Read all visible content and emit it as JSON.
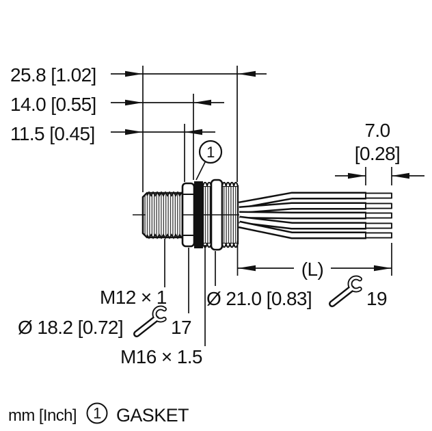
{
  "drawing_type": "connector-dimension-drawing",
  "dimensions": {
    "overall_length": "25.8 [1.02]",
    "to_gasket_face": "14.0 [0.55]",
    "front_thread_length": "11.5 [0.45]",
    "wire_strip_mm": "7.0",
    "wire_strip_inch": "[0.28]",
    "cable_length": "(L)"
  },
  "labels": {
    "front_thread": "M12 × 1",
    "front_diameter": "Ø 18.2 [0.72]",
    "front_wrench_size": "17",
    "rear_thread": "M16 × 1.5",
    "rear_diameter": "Ø 21.0 [0.83]",
    "rear_wrench_size": "19"
  },
  "balloon": {
    "number": "1"
  },
  "legend": {
    "units": "mm [Inch]",
    "balloon_number": "1",
    "balloon_label": "GASKET"
  },
  "colors": {
    "ink": "#111111",
    "background": "#ffffff"
  }
}
